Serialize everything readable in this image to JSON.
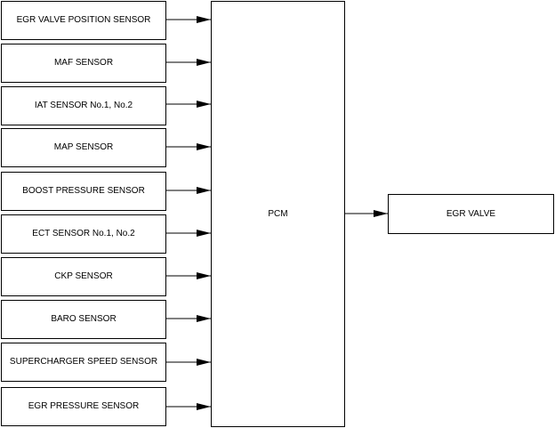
{
  "inputs": [
    {
      "label": "EGR VALVE POSITION SENSOR"
    },
    {
      "label": "MAF SENSOR"
    },
    {
      "label": "IAT SENSOR No.1, No.2"
    },
    {
      "label": "MAP SENSOR"
    },
    {
      "label": "BOOST PRESSURE SENSOR"
    },
    {
      "label": "ECT SENSOR No.1, No.2"
    },
    {
      "label": "CKP SENSOR"
    },
    {
      "label": "BARO SENSOR"
    },
    {
      "label": "SUPERCHARGER SPEED SENSOR"
    },
    {
      "label": "EGR PRESSURE SENSOR"
    }
  ],
  "controller": {
    "label": "PCM"
  },
  "output": {
    "label": "EGR VALVE"
  },
  "colors": {
    "line": "#000000",
    "background": "#ffffff"
  }
}
